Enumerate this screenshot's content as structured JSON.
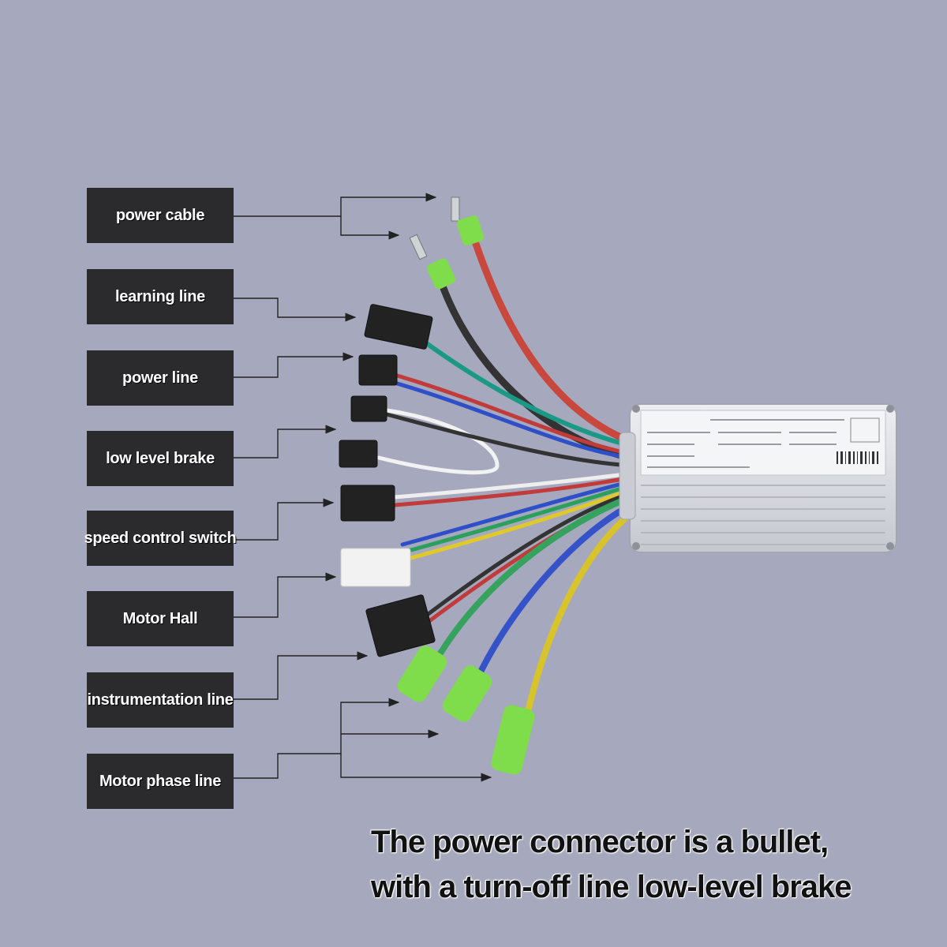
{
  "labels": {
    "power_cable": "power cable",
    "learning_line": "learning line",
    "power_line": "power line",
    "low_level_brake": "low level brake",
    "speed_control_switch": "speed control switch",
    "motor_hall": "Motor Hall",
    "instrumentation_line": "instrumentation line",
    "motor_phase_line": "Motor phase line"
  },
  "caption": {
    "line1": "The power connector is a bullet,",
    "line2": "with a turn-off line low-level brake"
  },
  "colors": {
    "background": "#a6a9bd",
    "label_box": "#2b2b2d",
    "controller_body": "#d9dbe0",
    "connector_green": "#7fdc4a"
  }
}
